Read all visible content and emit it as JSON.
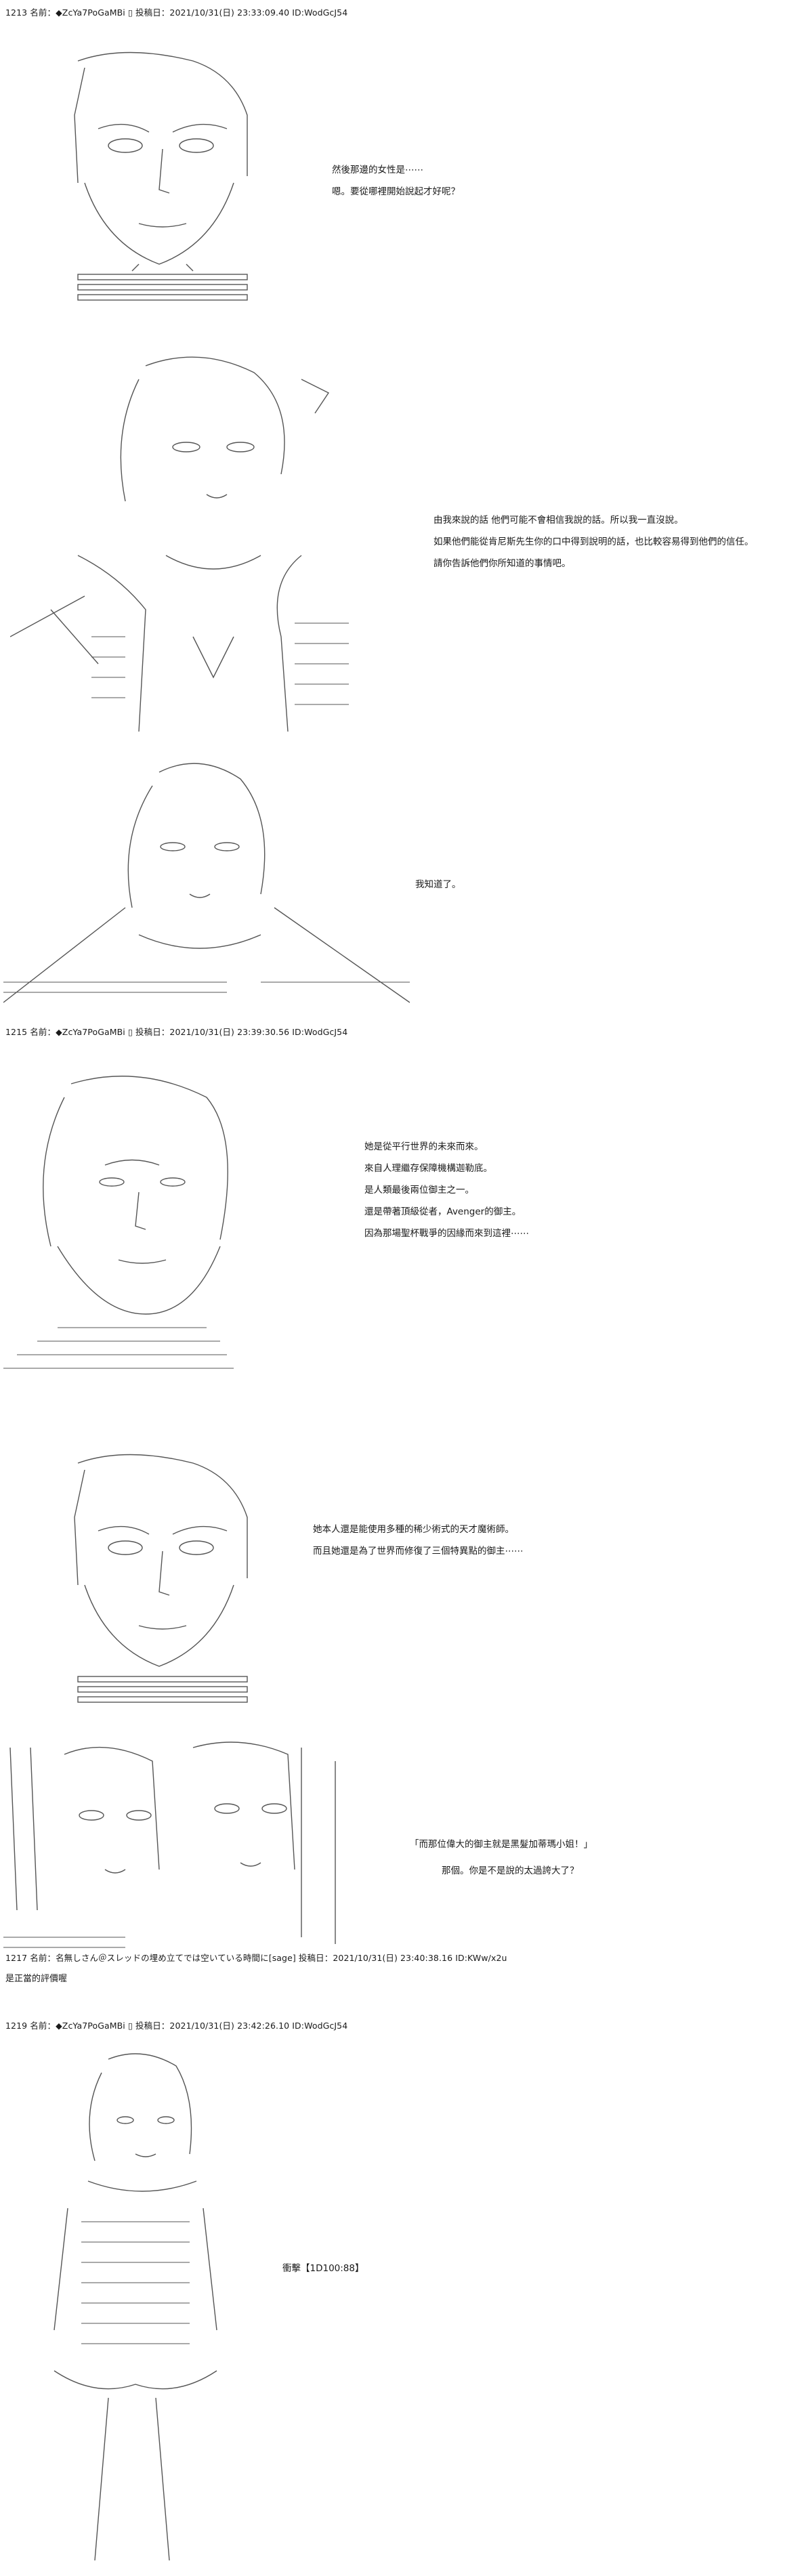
{
  "posts": [
    {
      "header": "1213 名前：◆ZcYa7PoGaMBi ▯ 投稿日：2021/10/31(日) 23:33:09.40 ID:WodGcJ54",
      "panels": [
        {
          "lines": [
            "然後那邊的女性是⋯⋯",
            "嗯。要從哪裡開始說起才好呢？"
          ]
        },
        {
          "lines": [
            "由我來說的話 他們可能不會相信我說的話。所以我一直沒說。",
            "如果他們能從肯尼斯先生你的口中得到說明的話，也比較容易得到他們的信任。",
            "請你告訴他們你所知道的事情吧。"
          ]
        },
        {
          "lines": [
            "我知道了。"
          ]
        }
      ]
    },
    {
      "header": "1215 名前：◆ZcYa7PoGaMBi ▯ 投稿日：2021/10/31(日) 23:39:30.56 ID:WodGcJ54",
      "panels": [
        {
          "lines": [
            "她是從平行世界的未來而來。",
            "來自人理繼存保障機構迦勒底。",
            "是人類最後兩位御主之一。",
            "還是帶著頂級從者，Avenger的御主。",
            "因為那場聖杯戰爭的因緣而來到這裡⋯⋯"
          ]
        },
        {
          "lines": [
            "她本人還是能使用多種的稀少術式的天才魔術師。",
            "而且她還是為了世界而修復了三個特異點的御主⋯⋯"
          ]
        },
        {
          "lines": [
            "「而那位偉大的御主就是黑髮加蒂瑪小姐！」",
            "那個。你是不是說的太過誇大了？"
          ]
        }
      ]
    },
    {
      "header": "1217 名前：名無しさん＠スレッドの埋め立てでは空いている時間に[sage] 投稿日：2021/10/31(日) 23:40:38.16 ID:KWw/x2u",
      "comment": "是正當的評價喔"
    },
    {
      "header": "1219 名前：◆ZcYa7PoGaMBi ▯ 投稿日：2021/10/31(日) 23:42:26.10 ID:WodGcJ54",
      "panels": [
        {
          "lines": [
            "衝擊【1D100:88】"
          ]
        }
      ]
    }
  ]
}
